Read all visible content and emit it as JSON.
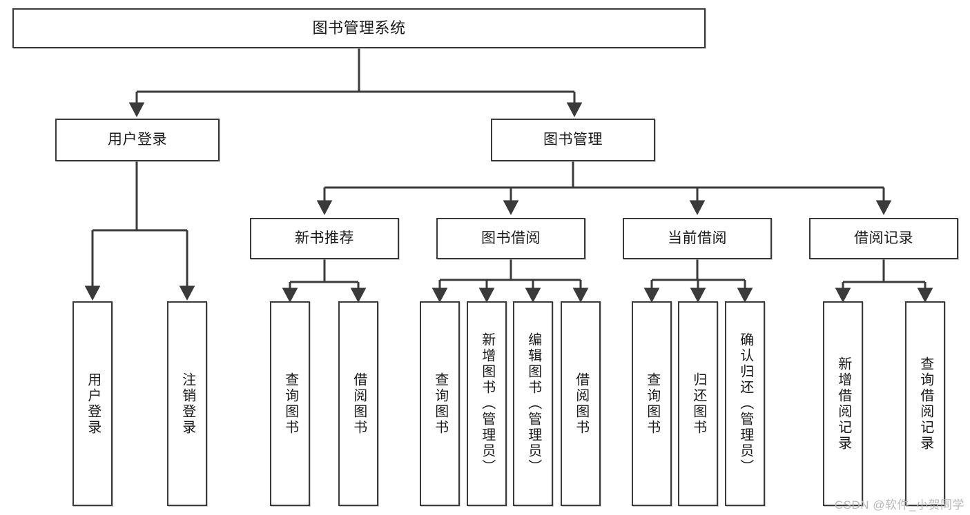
{
  "diagram": {
    "title": "图书管理系统",
    "type": "tree-hierarchy",
    "watermark": "CSDN @软件_小贺同学",
    "root": {
      "id": "root",
      "label": "图书管理系统"
    },
    "level2": [
      {
        "id": "user-login",
        "label": "用户登录"
      },
      {
        "id": "book-manage",
        "label": "图书管理"
      }
    ],
    "level3": [
      {
        "id": "new-book-recommend",
        "label": "新书推荐"
      },
      {
        "id": "book-borrow",
        "label": "图书借阅"
      },
      {
        "id": "current-borrow",
        "label": "当前借阅"
      },
      {
        "id": "borrow-record",
        "label": "借阅记录"
      }
    ],
    "leaves": {
      "user_login": [
        {
          "id": "leaf-user-login",
          "label": "用户登录"
        },
        {
          "id": "leaf-logout-login",
          "label": "注销登录"
        }
      ],
      "new_book_recommend": [
        {
          "id": "leaf-query-book-1",
          "label": "查询图书"
        },
        {
          "id": "leaf-borrow-book-1",
          "label": "借阅图书"
        }
      ],
      "book_borrow": [
        {
          "id": "leaf-query-book-2",
          "label": "查询图书"
        },
        {
          "id": "leaf-add-book",
          "label": "新增图书（管理员）"
        },
        {
          "id": "leaf-edit-book",
          "label": "编辑图书（管理员）"
        },
        {
          "id": "leaf-borrow-book-2",
          "label": "借阅图书"
        }
      ],
      "current_borrow": [
        {
          "id": "leaf-query-book-3",
          "label": "查询图书"
        },
        {
          "id": "leaf-return-book",
          "label": "归还图书"
        },
        {
          "id": "leaf-confirm-return",
          "label": "确认归还（管理员）"
        }
      ],
      "borrow_record": [
        {
          "id": "leaf-add-record",
          "label": "新增借阅记录"
        },
        {
          "id": "leaf-query-record",
          "label": "查询借阅记录"
        }
      ]
    },
    "colors": {
      "stroke": "#3a3a3a",
      "background": "#ffffff",
      "text": "#1a1a1a",
      "watermark": "#b8b8b8"
    }
  }
}
